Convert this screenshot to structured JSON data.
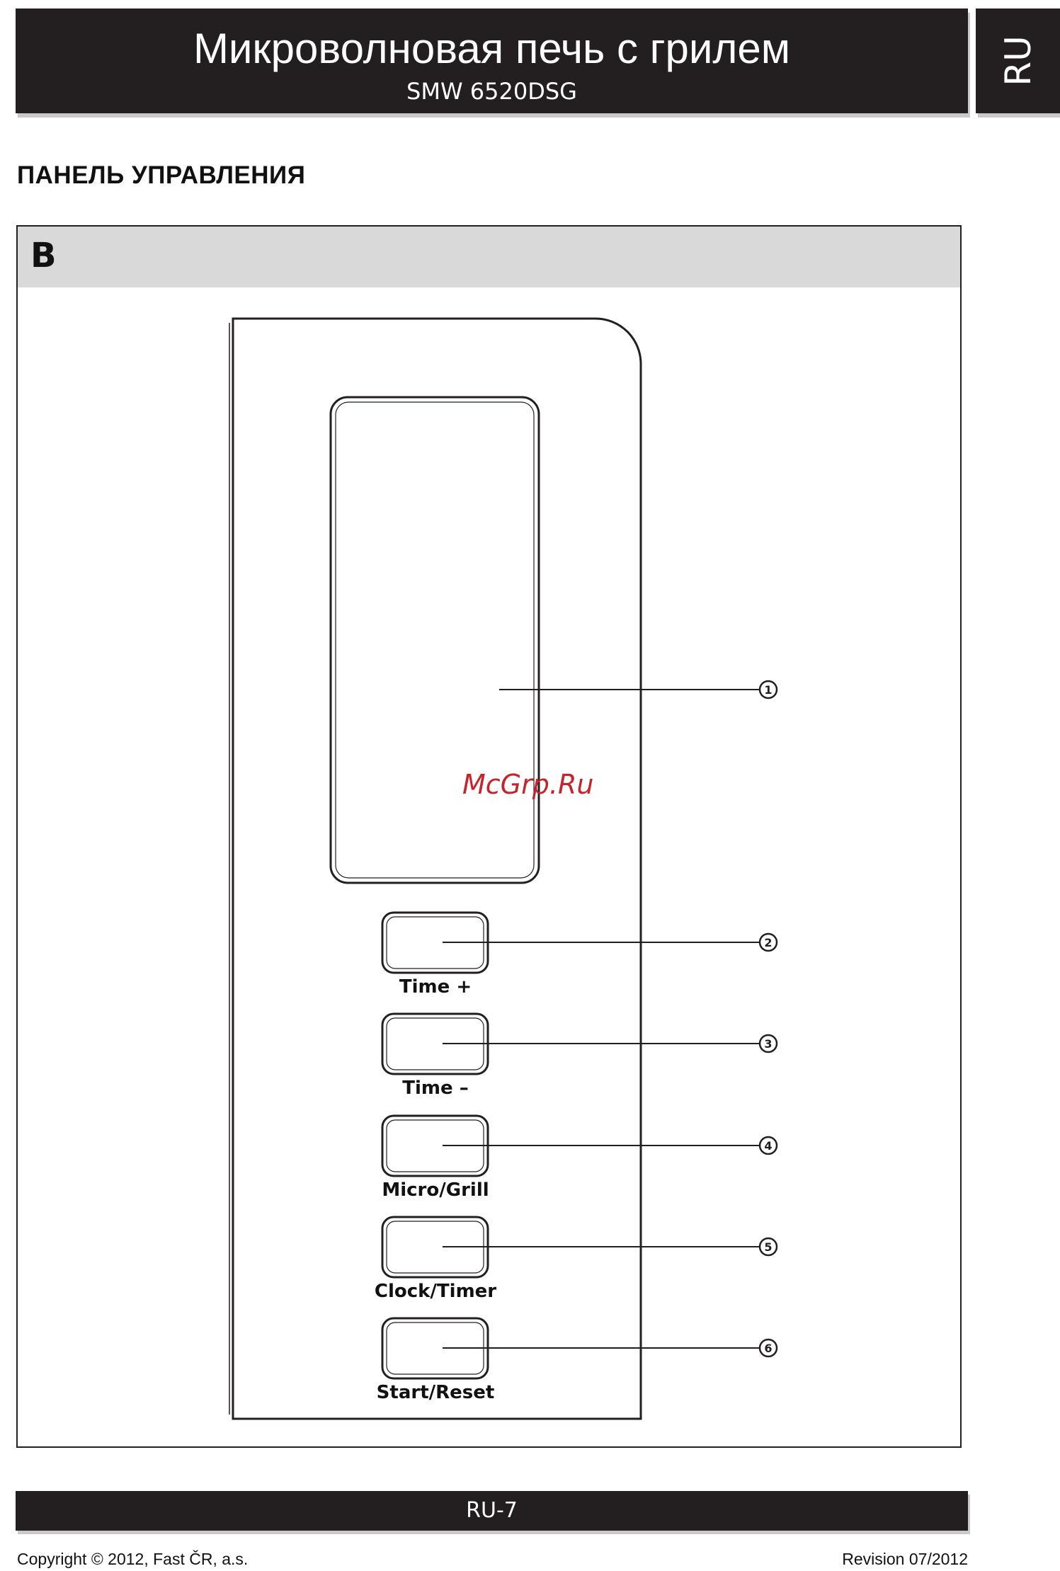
{
  "header": {
    "title": "Микроволновая печь с грилем",
    "model": "SMW 6520DSG",
    "language_tab": "RU"
  },
  "section": {
    "heading": "ПАНЕЛЬ УПРАВЛЕНИЯ",
    "figure_letter": "B"
  },
  "panel": {
    "callouts": [
      "1",
      "2",
      "3",
      "4",
      "5",
      "6"
    ],
    "buttons": [
      {
        "label": "Time +"
      },
      {
        "label": "Time –"
      },
      {
        "label": "Micro/Grill"
      },
      {
        "label": "Clock/Timer"
      },
      {
        "label": "Start/Reset"
      }
    ]
  },
  "watermark": "McGrp.Ru",
  "footer": {
    "page": "RU-7",
    "copyright": "Copyright © 2012, Fast ČR, a.s.",
    "revision": "Revision 07/2012"
  }
}
